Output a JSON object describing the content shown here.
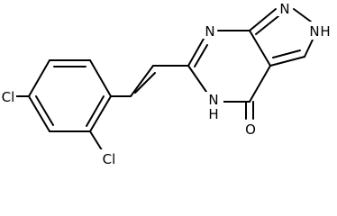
{
  "molecule": {
    "labels": {
      "n7": "N",
      "n1": "N",
      "nh2": "H",
      "n5": "N",
      "h5": "H",
      "o": "O",
      "cl_top": "Cl",
      "cl_bottom": "Cl"
    },
    "colors": {
      "bond": "#000000",
      "text": "#000000",
      "background": "#ffffff"
    }
  }
}
